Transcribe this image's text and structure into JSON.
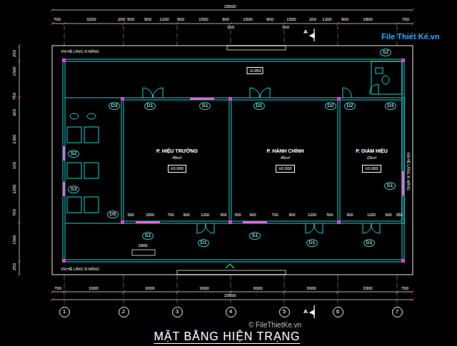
{
  "diagram": {
    "title": "MẶT BẰNG HIỆN TRẠNG",
    "nodes": [
      {
        "text": [
          "S2"
        ]
      },
      {
        "text": [
          "D3"
        ]
      },
      {
        "text": [
          "P. HIỆU TRƯỞNG",
          "45m²",
          "±0.000"
        ]
      },
      {
        "text": [
          "D1"
        ],
        "in": 2
      },
      {
        "text": [
          "S1"
        ],
        "in": 2
      },
      {
        "text": [
          "P. HÀNH CHÍNH",
          "45m²",
          "±0.000"
        ]
      },
      {
        "text": [
          "D1"
        ],
        "in": 5
      },
      {
        "text": [
          "D2"
        ],
        "in": 5
      },
      {
        "text": [
          "P. GIÁM HIỆU",
          "23m²",
          "±0.000"
        ]
      },
      {
        "text": [
          "D2"
        ],
        "in": 8
      },
      {
        "text": [
          "D3"
        ],
        "in": 8
      },
      {
        "text": [
          "S2"
        ]
      },
      {
        "text": [
          "S1"
        ],
        "in": 8
      },
      {
        "text": [
          "S3"
        ]
      },
      {
        "text": [
          "D5"
        ]
      },
      {
        "text": [
          "S1"
        ]
      },
      {
        "text": [
          "D1"
        ]
      },
      {
        "text": [
          "S1"
        ]
      },
      {
        "text": [
          "D1"
        ]
      },
      {
        "text": [
          "D1"
        ]
      },
      {
        "text": [
          "1"
        ]
      },
      {
        "text": [
          "2"
        ]
      },
      {
        "text": [
          "3"
        ]
      },
      {
        "text": [
          "4"
        ]
      },
      {
        "text": [
          "5"
        ]
      },
      {
        "text": [
          "6"
        ]
      },
      {
        "text": [
          "7"
        ]
      }
    ],
    "labels": [
      "15600",
      "700",
      "3200",
      "200",
      "500",
      "900",
      "1200",
      "900",
      "1500",
      "900",
      "1500",
      "900",
      "1500",
      "200",
      "1200",
      "900",
      "1800",
      "700",
      "300",
      "300",
      "A",
      "VỈA HÈ LÁNG XI MĂNG",
      "-0.050",
      "VỈA HÈ LÁNG XI MĂNG",
      "1800",
      "500",
      "1500",
      "700",
      "900",
      "1200",
      "500",
      "500",
      "900",
      "700",
      "900",
      "1200",
      "500",
      "900",
      "1200",
      "600",
      "350",
      "VỈA HÈ LÁNG XI MĂNG",
      "700",
      "3300",
      "3000",
      "3000",
      "3000",
      "3000",
      "3300",
      "700",
      "15600",
      "A",
      "250",
      "1500",
      "750",
      "300",
      "2350",
      "100",
      "3250",
      "700",
      "1500",
      "250",
      "File Thiết Kế.vn",
      "© FileThietKe.vn"
    ]
  }
}
